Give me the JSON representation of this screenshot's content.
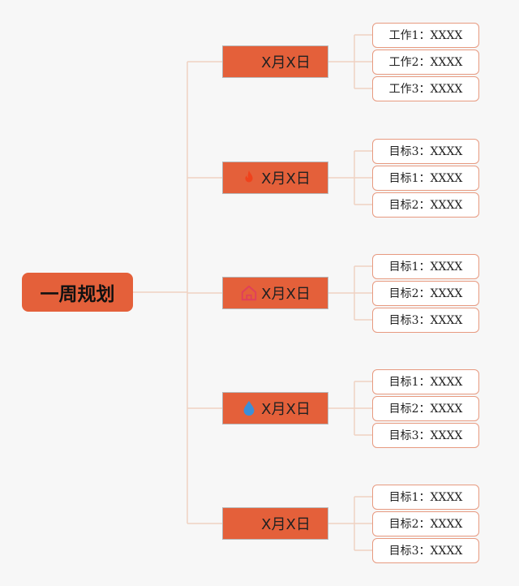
{
  "root": {
    "title": "一周规划"
  },
  "days": [
    {
      "label": "X月X日",
      "icon": "none",
      "items": [
        "工作1：XXXX",
        "工作2：XXXX",
        "工作3：XXXX"
      ]
    },
    {
      "label": "X月X日",
      "icon": "fire-icon",
      "icon_color": "#f0421c",
      "items": [
        "目标3：XXXX",
        "目标1：XXXX",
        "目标2：XXXX"
      ]
    },
    {
      "label": "X月X日",
      "icon": "home-icon",
      "icon_color": "#e0405a",
      "items": [
        "目标1：XXXX",
        "目标2：XXXX",
        "目标3：XXXX"
      ]
    },
    {
      "label": "X月X日",
      "icon": "water-drop-icon",
      "icon_color": "#3c8fd8",
      "items": [
        "目标1：XXXX",
        "目标2：XXXX",
        "目标3：XXXX"
      ]
    },
    {
      "label": "X月X日",
      "icon": "none",
      "items": [
        "目标1：XXXX",
        "目标2：XXXX",
        "目标3：XXXX"
      ]
    }
  ],
  "colors": {
    "accent": "#e4603a",
    "connector": "#efd2c2",
    "leaf_border": "#e79a80"
  }
}
